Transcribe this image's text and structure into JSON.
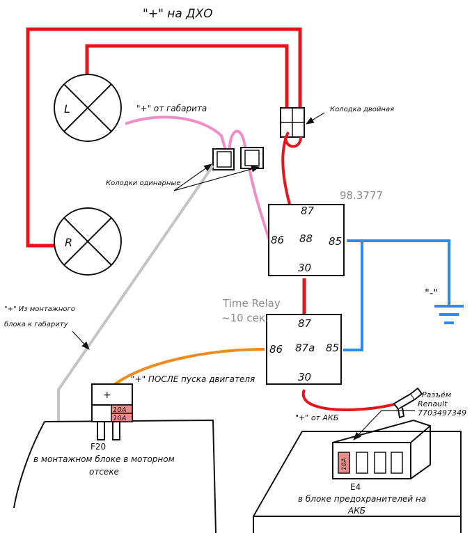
{
  "title": "\"+\" на ДХО",
  "lamps": {
    "left": "L",
    "right": "R"
  },
  "labels": {
    "plus_from_gabarit": "\"+\" от габарита",
    "double_connector": "Колодка двойная",
    "single_connectors": "Колодки одинарные",
    "relay1_name": "98.3777",
    "time_relay_line1": "Time Relay",
    "time_relay_line2": "~10 сек.",
    "minus": "\"-\"",
    "from_mount_line1": "\"+\" Из монтажного",
    "from_mount_line2": "блока к габариту",
    "after_engine_start": "\"+\" ПОСЛЕ пуска двигателя",
    "plus_from_akb": "\"+\" от АКБ",
    "renault_line1": "Разъём",
    "renault_line2": "Renault",
    "renault_line3": "7703497349",
    "f20_name": "F20",
    "f20_desc_line1": "в монтажном блоке в моторном",
    "f20_desc_line2": "отсеке",
    "e4_name": "E4",
    "e4_desc_line1": "в блоке предохранителей на",
    "e4_desc_line2": "АКБ",
    "fuse_plus": "+",
    "fuse_rating_1": "10A",
    "fuse_rating_2": "10A",
    "e4_fuse_rating": "10A"
  },
  "relay1": {
    "p87": "87",
    "p86": "86",
    "p88": "88",
    "p85": "85",
    "p30": "30"
  },
  "relay2": {
    "p87": "87",
    "p86": "86",
    "p87a": "87a",
    "p85": "85",
    "p30": "30"
  },
  "colors": {
    "red_wire": "#e8141c",
    "pink_wire": "#f08cc8",
    "gray_wire": "#c4c4c4",
    "blue_wire": "#2a8cf0",
    "orange_wire": "#f08c1e",
    "fuse_fill": "#e88c8c"
  }
}
